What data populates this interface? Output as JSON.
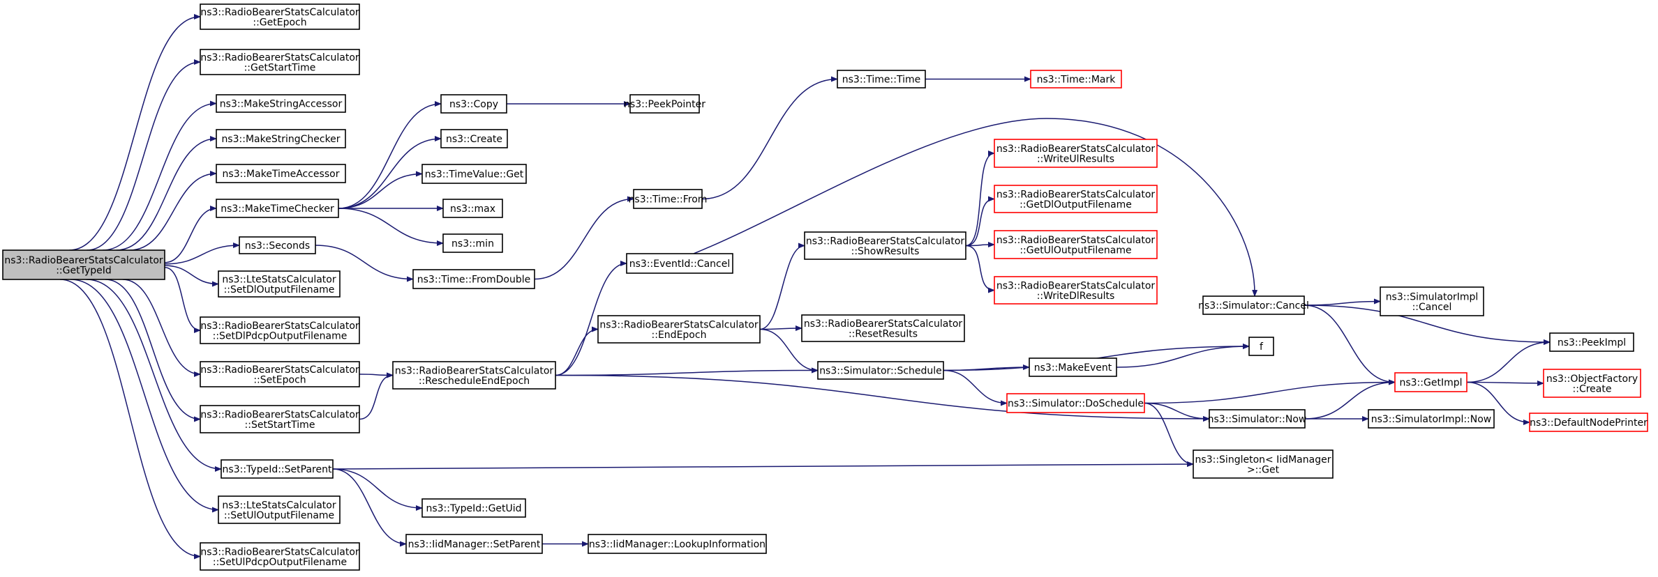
{
  "colors": {
    "edge": "#191970",
    "border_normal": "#000000",
    "border_truncated": "#ff0000",
    "fill_root": "#bfbfbf",
    "fill_node": "#ffffff"
  },
  "nodes": [
    {
      "id": "root",
      "lines": [
        "ns3::RadioBearerStatsCalculator",
        "::GetTypeId"
      ],
      "style": "root"
    },
    {
      "id": "getepoch",
      "lines": [
        "ns3::RadioBearerStatsCalculator",
        "::GetEpoch"
      ],
      "style": "normal"
    },
    {
      "id": "getstarttime",
      "lines": [
        "ns3::RadioBearerStatsCalculator",
        "::GetStartTime"
      ],
      "style": "normal"
    },
    {
      "id": "makestringaccessor",
      "lines": [
        "ns3::MakeStringAccessor"
      ],
      "style": "normal"
    },
    {
      "id": "makestringchecker",
      "lines": [
        "ns3::MakeStringChecker"
      ],
      "style": "normal"
    },
    {
      "id": "maketimeaccessor",
      "lines": [
        "ns3::MakeTimeAccessor"
      ],
      "style": "normal"
    },
    {
      "id": "maketimechecker",
      "lines": [
        "ns3::MakeTimeChecker"
      ],
      "style": "normal"
    },
    {
      "id": "seconds",
      "lines": [
        "ns3::Seconds"
      ],
      "style": "normal"
    },
    {
      "id": "ltesetdl",
      "lines": [
        "ns3::LteStatsCalculator",
        "::SetDlOutputFilename"
      ],
      "style": "normal"
    },
    {
      "id": "rbsetdlpdcp",
      "lines": [
        "ns3::RadioBearerStatsCalculator",
        "::SetDlPdcpOutputFilename"
      ],
      "style": "normal"
    },
    {
      "id": "setepoch",
      "lines": [
        "ns3::RadioBearerStatsCalculator",
        "::SetEpoch"
      ],
      "style": "normal"
    },
    {
      "id": "setstarttime",
      "lines": [
        "ns3::RadioBearerStatsCalculator",
        "::SetStartTime"
      ],
      "style": "normal"
    },
    {
      "id": "setparent",
      "lines": [
        "ns3::TypeId::SetParent"
      ],
      "style": "normal"
    },
    {
      "id": "ltesetul",
      "lines": [
        "ns3::LteStatsCalculator",
        "::SetUlOutputFilename"
      ],
      "style": "normal"
    },
    {
      "id": "rbsetulpdcp",
      "lines": [
        "ns3::RadioBearerStatsCalculator",
        "::SetUlPdcpOutputFilename"
      ],
      "style": "normal"
    },
    {
      "id": "copy",
      "lines": [
        "ns3::Copy"
      ],
      "style": "normal"
    },
    {
      "id": "peekpointer",
      "lines": [
        "ns3::PeekPointer"
      ],
      "style": "normal"
    },
    {
      "id": "create",
      "lines": [
        "ns3::Create"
      ],
      "style": "normal"
    },
    {
      "id": "timevalueget",
      "lines": [
        "ns3::TimeValue::Get"
      ],
      "style": "normal"
    },
    {
      "id": "max",
      "lines": [
        "ns3::max"
      ],
      "style": "normal"
    },
    {
      "id": "min",
      "lines": [
        "ns3::min"
      ],
      "style": "normal"
    },
    {
      "id": "fromdouble",
      "lines": [
        "ns3::Time::FromDouble"
      ],
      "style": "normal"
    },
    {
      "id": "timefrom",
      "lines": [
        "ns3::Time::From"
      ],
      "style": "normal"
    },
    {
      "id": "timetime",
      "lines": [
        "ns3::Time::Time"
      ],
      "style": "normal"
    },
    {
      "id": "timemark",
      "lines": [
        "ns3::Time::Mark"
      ],
      "style": "truncated"
    },
    {
      "id": "reschedule",
      "lines": [
        "ns3::RadioBearerStatsCalculator",
        "::RescheduleEndEpoch"
      ],
      "style": "normal"
    },
    {
      "id": "eventcancel",
      "lines": [
        "ns3::EventId::Cancel"
      ],
      "style": "normal"
    },
    {
      "id": "endepoch",
      "lines": [
        "ns3::RadioBearerStatsCalculator",
        "::EndEpoch"
      ],
      "style": "normal"
    },
    {
      "id": "showresults",
      "lines": [
        "ns3::RadioBearerStatsCalculator",
        "::ShowResults"
      ],
      "style": "normal"
    },
    {
      "id": "resetresults",
      "lines": [
        "ns3::RadioBearerStatsCalculator",
        "::ResetResults"
      ],
      "style": "normal"
    },
    {
      "id": "writeul",
      "lines": [
        "ns3::RadioBearerStatsCalculator",
        "::WriteUlResults"
      ],
      "style": "truncated"
    },
    {
      "id": "getdlout",
      "lines": [
        "ns3::RadioBearerStatsCalculator",
        "::GetDlOutputFilename"
      ],
      "style": "truncated"
    },
    {
      "id": "getulout",
      "lines": [
        "ns3::RadioBearerStatsCalculator",
        "::GetUlOutputFilename"
      ],
      "style": "truncated"
    },
    {
      "id": "writedl",
      "lines": [
        "ns3::RadioBearerStatsCalculator",
        "::WriteDlResults"
      ],
      "style": "truncated"
    },
    {
      "id": "simschedule",
      "lines": [
        "ns3::Simulator::Schedule"
      ],
      "style": "normal"
    },
    {
      "id": "makeevent",
      "lines": [
        "ns3::MakeEvent"
      ],
      "style": "normal"
    },
    {
      "id": "doschedule",
      "lines": [
        "ns3::Simulator::DoSchedule"
      ],
      "style": "truncated"
    },
    {
      "id": "simcancel",
      "lines": [
        "ns3::Simulator::Cancel"
      ],
      "style": "normal"
    },
    {
      "id": "simimplcancel",
      "lines": [
        "ns3::SimulatorImpl",
        "::Cancel"
      ],
      "style": "normal"
    },
    {
      "id": "f",
      "lines": [
        "f"
      ],
      "style": "normal"
    },
    {
      "id": "simnow",
      "lines": [
        "ns3::Simulator::Now"
      ],
      "style": "normal"
    },
    {
      "id": "simimplnow",
      "lines": [
        "ns3::SimulatorImpl::Now"
      ],
      "style": "normal"
    },
    {
      "id": "singletonget",
      "lines": [
        "ns3::Singleton< IidManager",
        " >::Get"
      ],
      "style": "normal"
    },
    {
      "id": "peekimpl",
      "lines": [
        "ns3::PeekImpl"
      ],
      "style": "normal"
    },
    {
      "id": "getimpl",
      "lines": [
        "ns3::GetImpl"
      ],
      "style": "truncated"
    },
    {
      "id": "objfactorycreate",
      "lines": [
        "ns3::ObjectFactory",
        "::Create"
      ],
      "style": "truncated"
    },
    {
      "id": "defaultnodeprinter",
      "lines": [
        "ns3::DefaultNodePrinter"
      ],
      "style": "truncated"
    },
    {
      "id": "typeidgetuid",
      "lines": [
        "ns3::TypeId::GetUid"
      ],
      "style": "normal"
    },
    {
      "id": "iidsetparent",
      "lines": [
        "ns3::IidManager::SetParent"
      ],
      "style": "normal"
    },
    {
      "id": "lookupinfo",
      "lines": [
        "ns3::IidManager::LookupInformation"
      ],
      "style": "normal"
    }
  ],
  "edges": [
    [
      "root",
      "getepoch"
    ],
    [
      "root",
      "getstarttime"
    ],
    [
      "root",
      "makestringaccessor"
    ],
    [
      "root",
      "makestringchecker"
    ],
    [
      "root",
      "maketimeaccessor"
    ],
    [
      "root",
      "maketimechecker"
    ],
    [
      "root",
      "seconds"
    ],
    [
      "root",
      "ltesetdl"
    ],
    [
      "root",
      "rbsetdlpdcp"
    ],
    [
      "root",
      "setepoch"
    ],
    [
      "root",
      "setstarttime"
    ],
    [
      "root",
      "setparent"
    ],
    [
      "root",
      "ltesetul"
    ],
    [
      "root",
      "rbsetulpdcp"
    ],
    [
      "maketimechecker",
      "copy"
    ],
    [
      "maketimechecker",
      "create"
    ],
    [
      "maketimechecker",
      "timevalueget"
    ],
    [
      "maketimechecker",
      "max"
    ],
    [
      "maketimechecker",
      "min"
    ],
    [
      "copy",
      "peekpointer"
    ],
    [
      "seconds",
      "fromdouble"
    ],
    [
      "fromdouble",
      "timefrom"
    ],
    [
      "timefrom",
      "timetime"
    ],
    [
      "timetime",
      "timemark"
    ],
    [
      "setepoch",
      "reschedule"
    ],
    [
      "setstarttime",
      "reschedule"
    ],
    [
      "reschedule",
      "eventcancel"
    ],
    [
      "reschedule",
      "endepoch"
    ],
    [
      "reschedule",
      "simschedule"
    ],
    [
      "reschedule",
      "simnow"
    ],
    [
      "eventcancel",
      "simcancel"
    ],
    [
      "endepoch",
      "showresults"
    ],
    [
      "endepoch",
      "resetresults"
    ],
    [
      "endepoch",
      "simschedule"
    ],
    [
      "showresults",
      "writeul"
    ],
    [
      "showresults",
      "getdlout"
    ],
    [
      "showresults",
      "getulout"
    ],
    [
      "showresults",
      "writedl"
    ],
    [
      "simschedule",
      "f"
    ],
    [
      "simschedule",
      "makeevent"
    ],
    [
      "simschedule",
      "doschedule"
    ],
    [
      "makeevent",
      "f"
    ],
    [
      "doschedule",
      "getimpl"
    ],
    [
      "doschedule",
      "simnow"
    ],
    [
      "doschedule",
      "singletonget"
    ],
    [
      "simcancel",
      "simimplcancel"
    ],
    [
      "simcancel",
      "peekimpl"
    ],
    [
      "simcancel",
      "getimpl"
    ],
    [
      "simnow",
      "getimpl"
    ],
    [
      "simnow",
      "simimplnow"
    ],
    [
      "getimpl",
      "peekimpl"
    ],
    [
      "getimpl",
      "objfactorycreate"
    ],
    [
      "getimpl",
      "defaultnodeprinter"
    ],
    [
      "setparent",
      "singletonget"
    ],
    [
      "setparent",
      "typeidgetuid"
    ],
    [
      "setparent",
      "iidsetparent"
    ],
    [
      "iidsetparent",
      "lookupinfo"
    ]
  ]
}
